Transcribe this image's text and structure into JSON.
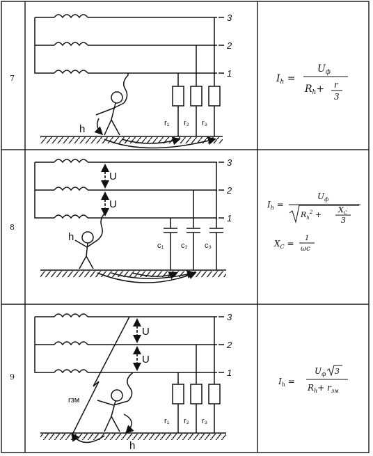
{
  "rows": [
    {
      "number": "7",
      "phases": [
        "3",
        "2",
        "1"
      ],
      "labels": {
        "person": "h",
        "r1": "r₁",
        "r2": "r₂",
        "r3": "r₃"
      },
      "formula": {
        "lhs": "I",
        "lhs_sub": "h",
        "num": "U",
        "num_sub": "ф",
        "den_a": "R",
        "den_a_sub": "h",
        "den_b": "+",
        "den_frac_num": "r",
        "den_frac_den": "3"
      }
    },
    {
      "number": "8",
      "phases": [
        "3",
        "2",
        "1"
      ],
      "labels": {
        "person": "h",
        "u1": "U",
        "u2": "U",
        "c1": "c₁",
        "c2": "c₂",
        "c3": "c₃"
      },
      "formula": {
        "lhs": "I",
        "lhs_sub": "h",
        "num": "U",
        "num_sub": "ф",
        "den_r": "R",
        "den_r_sub": "h",
        "den_r_sup": "2",
        "den_x": "X",
        "den_x_sub": "C",
        "den_x_den": "3",
        "x_lhs": "X",
        "x_lhs_sub": "C",
        "x_num": "1",
        "x_den": "ωc"
      }
    },
    {
      "number": "9",
      "phases": [
        "3",
        "2",
        "1"
      ],
      "labels": {
        "person": "h",
        "rzm": "rзм",
        "u1": "U",
        "u2": "U",
        "r1": "r₁",
        "r2": "r₂",
        "r3": "r₃"
      },
      "formula": {
        "lhs": "I",
        "lhs_sub": "h",
        "num": "U",
        "num_sub": "ф",
        "num_root": "3",
        "den_a": "R",
        "den_a_sub": "h",
        "den_b": "+ r",
        "den_b_sub": "зм"
      }
    }
  ]
}
